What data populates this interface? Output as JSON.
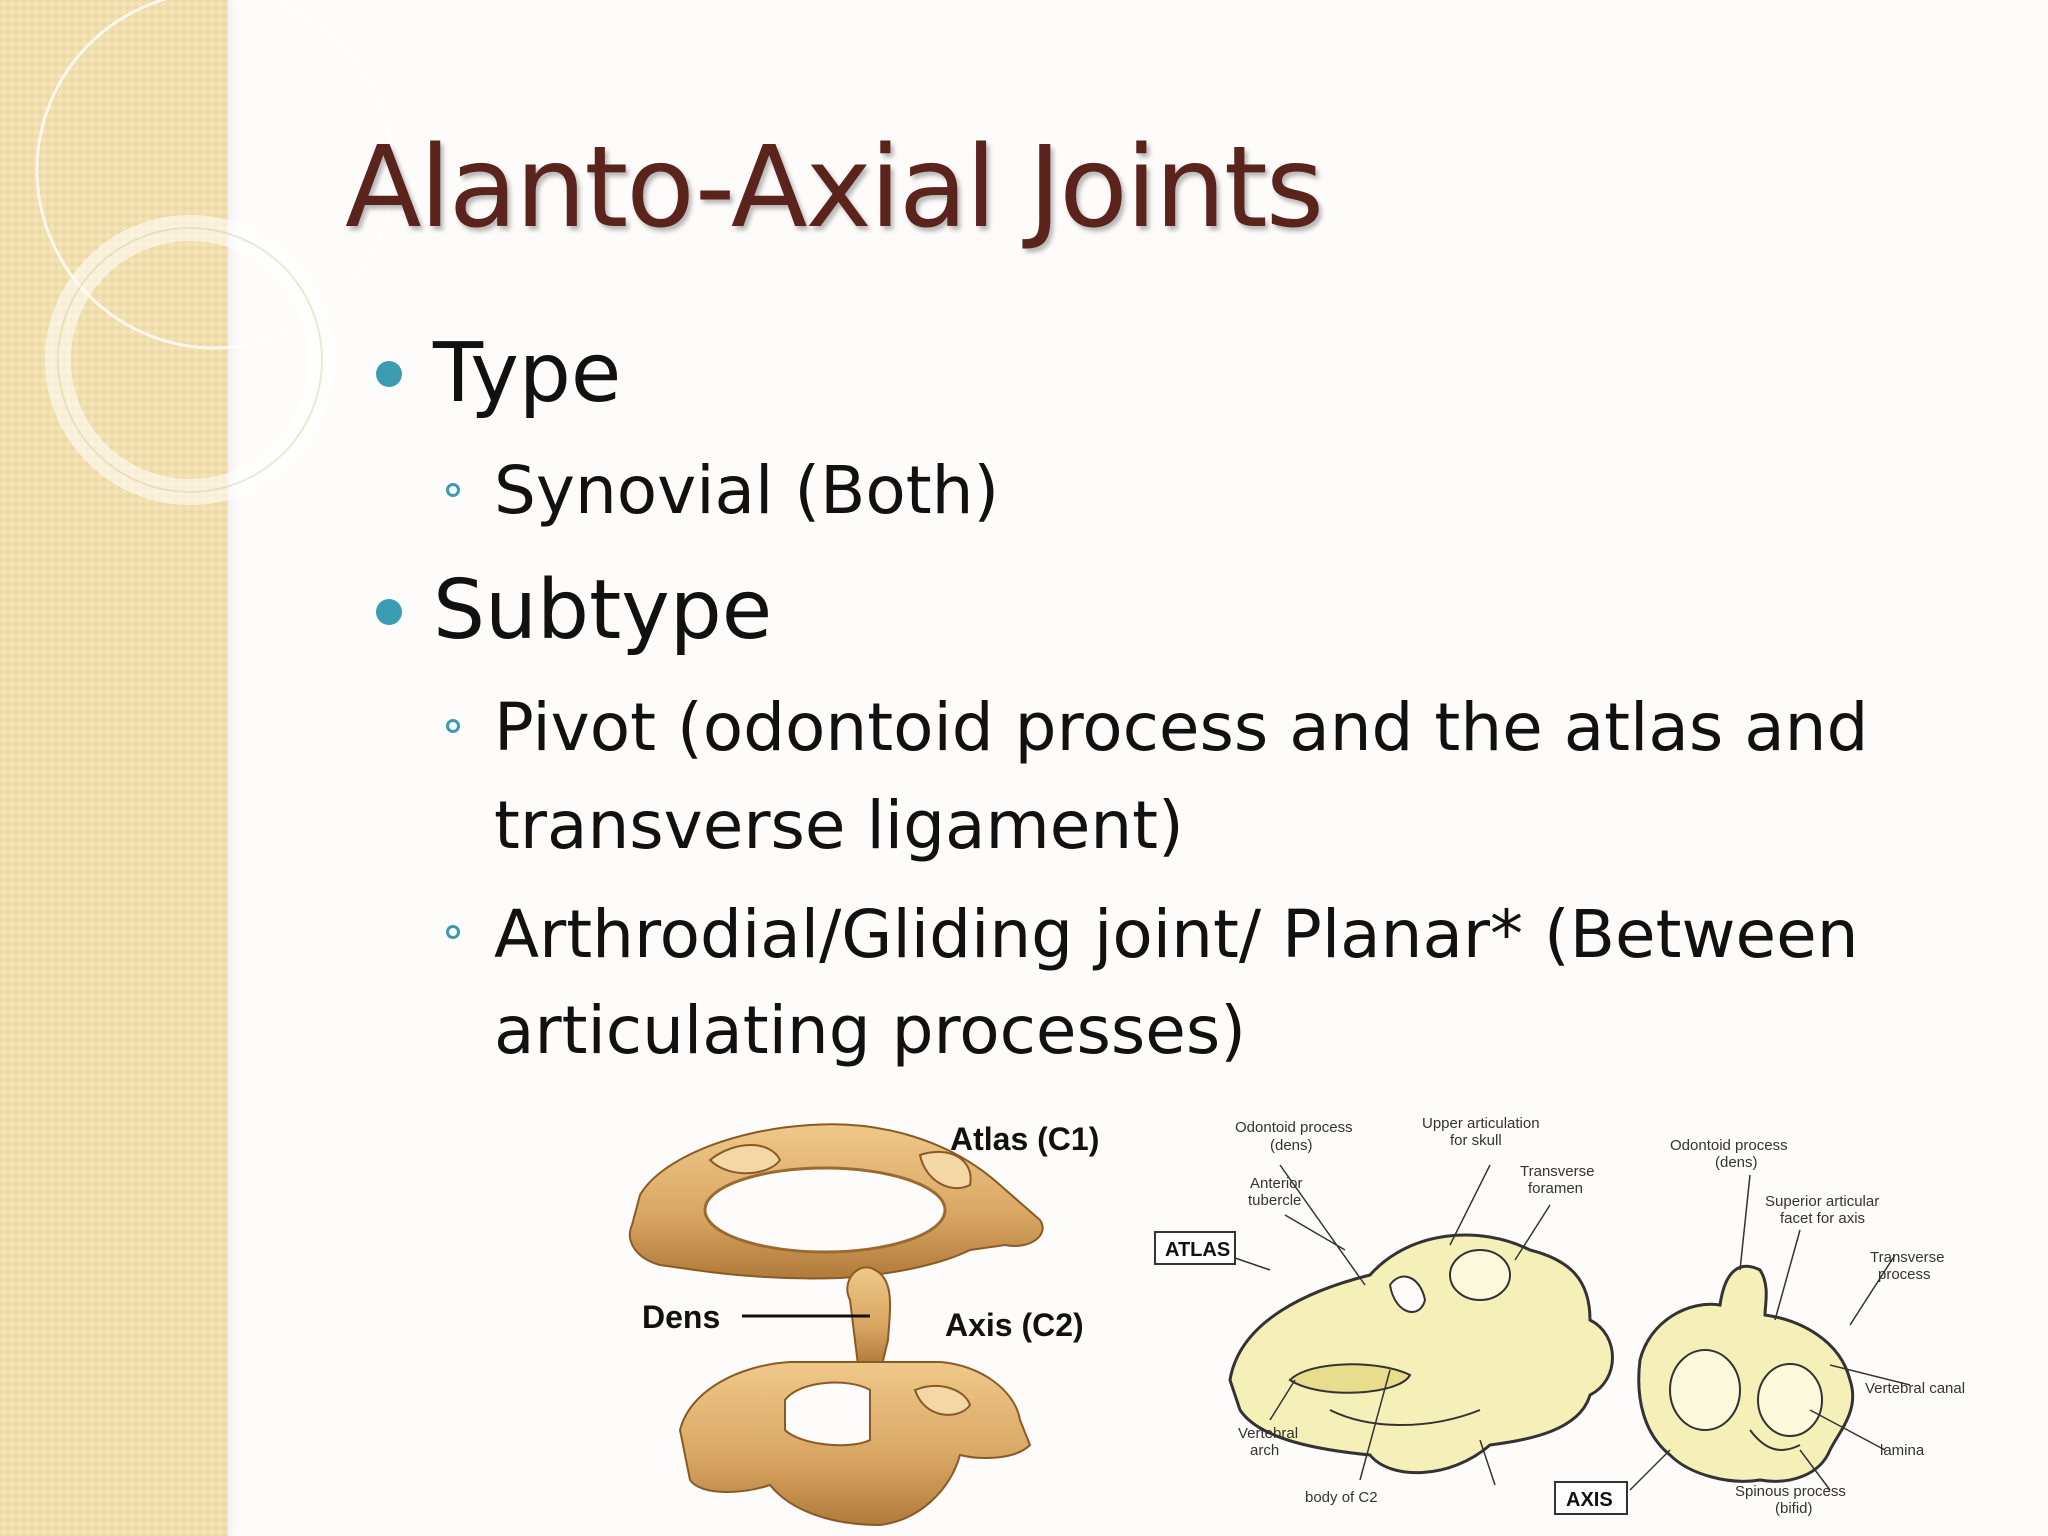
{
  "slide": {
    "title": "Alanto-Axial Joints",
    "bullets": [
      {
        "text": "Type",
        "sub": [
          "Synovial (Both)"
        ]
      },
      {
        "text": "Subtype",
        "sub": [
          "Pivot (odontoid process and the atlas and",
          "transverse ligament)",
          "Arthrodial/Gliding joint/ Planar* (Between",
          "articulating processes)"
        ]
      }
    ]
  },
  "figure_left": {
    "atlas": "Atlas (C1)",
    "dens": "Dens",
    "axis": "Axis (C2)"
  },
  "figure_right": {
    "box_atlas": "ATLAS",
    "box_axis": "AXIS",
    "labels": {
      "odontoid_1a": "Odontoid process",
      "odontoid_1b": "(dens)",
      "upper_a": "Upper articulation",
      "upper_b": "for skull",
      "transverse_foramen_a": "Transverse",
      "transverse_foramen_b": "foramen",
      "anterior_a": "Anterior",
      "anterior_b": "tubercle",
      "vertebral_arch_a": "Vertebral",
      "vertebral_arch_b": "arch",
      "body_c2": "body of C2",
      "odontoid_2a": "Odontoid process",
      "odontoid_2b": "(dens)",
      "superior_a": "Superior articular",
      "superior_b": "facet for axis",
      "transverse_process_a": "Transverse",
      "transverse_process_b": "process",
      "vertebral_canal": "Vertebral canal",
      "lamina": "lamina",
      "spinous_a": "Spinous process",
      "spinous_b": "(bifid)"
    }
  },
  "colors": {
    "title": "#5a231c",
    "bullet": "#3b9bb1",
    "strip": "#f1dfae",
    "bone_left": "#d9a562",
    "bone_right": "#f5efb8"
  }
}
